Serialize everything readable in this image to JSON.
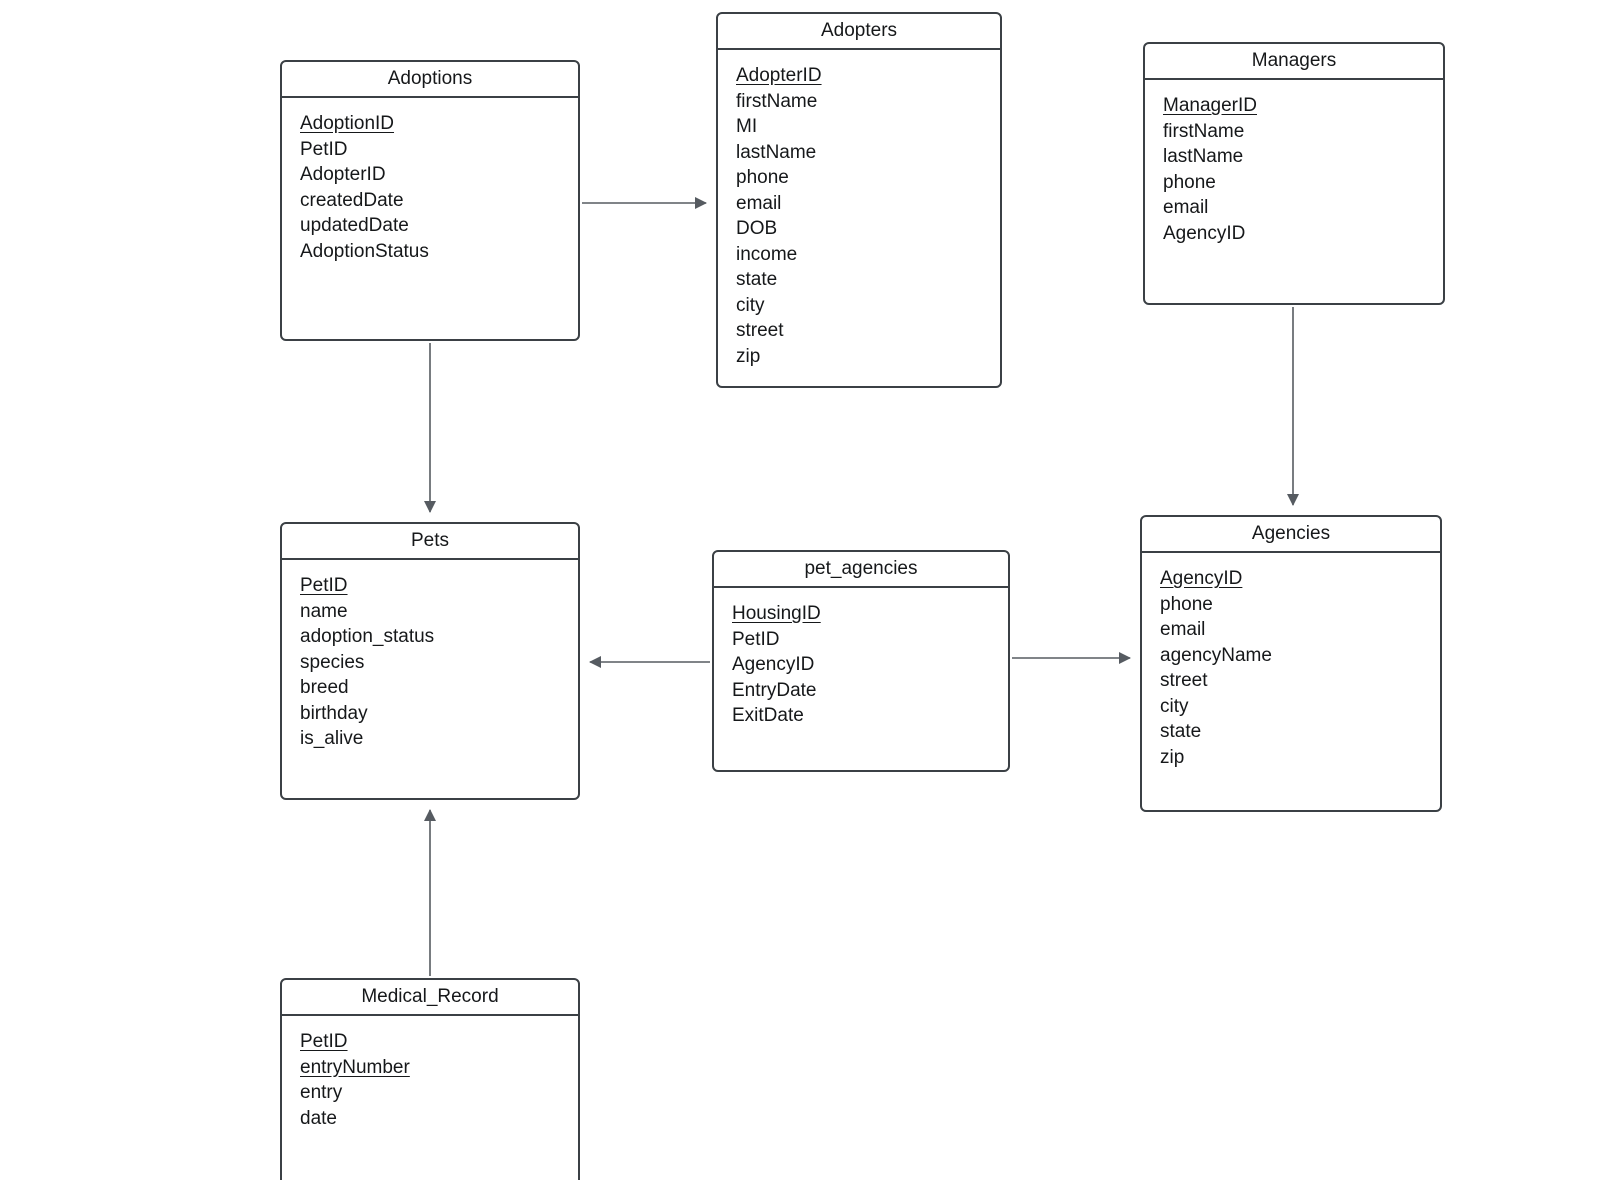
{
  "diagram": {
    "type": "entity-relationship",
    "colors": {
      "background": "#ffffff",
      "entity_border": "#3b4045",
      "arrow": "#565b61",
      "text": "#16181a"
    }
  },
  "entities": [
    {
      "key": "adoptions",
      "title": "Adoptions",
      "fields": [
        {
          "name": "AdoptionID",
          "pk": true
        },
        {
          "name": "PetID",
          "pk": false
        },
        {
          "name": "AdopterID",
          "pk": false
        },
        {
          "name": "createdDate",
          "pk": false
        },
        {
          "name": "updatedDate",
          "pk": false
        },
        {
          "name": "AdoptionStatus",
          "pk": false
        }
      ]
    },
    {
      "key": "adopters",
      "title": "Adopters",
      "fields": [
        {
          "name": "AdopterID",
          "pk": true
        },
        {
          "name": "firstName",
          "pk": false
        },
        {
          "name": "MI",
          "pk": false
        },
        {
          "name": "lastName",
          "pk": false
        },
        {
          "name": "phone",
          "pk": false
        },
        {
          "name": "email",
          "pk": false
        },
        {
          "name": "DOB",
          "pk": false
        },
        {
          "name": "income",
          "pk": false
        },
        {
          "name": "state",
          "pk": false
        },
        {
          "name": "city",
          "pk": false
        },
        {
          "name": "street",
          "pk": false
        },
        {
          "name": "zip",
          "pk": false
        }
      ]
    },
    {
      "key": "managers",
      "title": "Managers",
      "fields": [
        {
          "name": "ManagerID",
          "pk": true
        },
        {
          "name": "firstName",
          "pk": false
        },
        {
          "name": "lastName",
          "pk": false
        },
        {
          "name": "phone",
          "pk": false
        },
        {
          "name": "email",
          "pk": false
        },
        {
          "name": "AgencyID",
          "pk": false
        }
      ]
    },
    {
      "key": "pets",
      "title": "Pets",
      "fields": [
        {
          "name": "PetID",
          "pk": true
        },
        {
          "name": "name",
          "pk": false
        },
        {
          "name": "adoption_status",
          "pk": false
        },
        {
          "name": "species",
          "pk": false
        },
        {
          "name": "breed",
          "pk": false
        },
        {
          "name": "birthday",
          "pk": false
        },
        {
          "name": "is_alive",
          "pk": false
        }
      ]
    },
    {
      "key": "pet_agencies",
      "title": "pet_agencies",
      "fields": [
        {
          "name": "HousingID",
          "pk": true
        },
        {
          "name": "PetID",
          "pk": false
        },
        {
          "name": "AgencyID",
          "pk": false
        },
        {
          "name": "EntryDate",
          "pk": false
        },
        {
          "name": "ExitDate",
          "pk": false
        }
      ]
    },
    {
      "key": "agencies",
      "title": "Agencies",
      "fields": [
        {
          "name": "AgencyID",
          "pk": true
        },
        {
          "name": "phone",
          "pk": false
        },
        {
          "name": "email",
          "pk": false
        },
        {
          "name": "agencyName",
          "pk": false
        },
        {
          "name": "street",
          "pk": false
        },
        {
          "name": "city",
          "pk": false
        },
        {
          "name": "state",
          "pk": false
        },
        {
          "name": "zip",
          "pk": false
        }
      ]
    },
    {
      "key": "medical_record",
      "title": "Medical_Record",
      "fields": [
        {
          "name": "PetID",
          "pk": true
        },
        {
          "name": "entryNumber",
          "pk": true
        },
        {
          "name": "entry",
          "pk": false
        },
        {
          "name": "date",
          "pk": false
        }
      ]
    }
  ],
  "relationships": [
    {
      "from": "Adoptions",
      "to": "Adopters",
      "arrow": "to"
    },
    {
      "from": "Adoptions",
      "to": "Pets",
      "arrow": "to"
    },
    {
      "from": "Managers",
      "to": "Agencies",
      "arrow": "to"
    },
    {
      "from": "pet_agencies",
      "to": "Pets",
      "arrow": "to"
    },
    {
      "from": "pet_agencies",
      "to": "Agencies",
      "arrow": "to"
    },
    {
      "from": "Medical_Record",
      "to": "Pets",
      "arrow": "to"
    }
  ]
}
